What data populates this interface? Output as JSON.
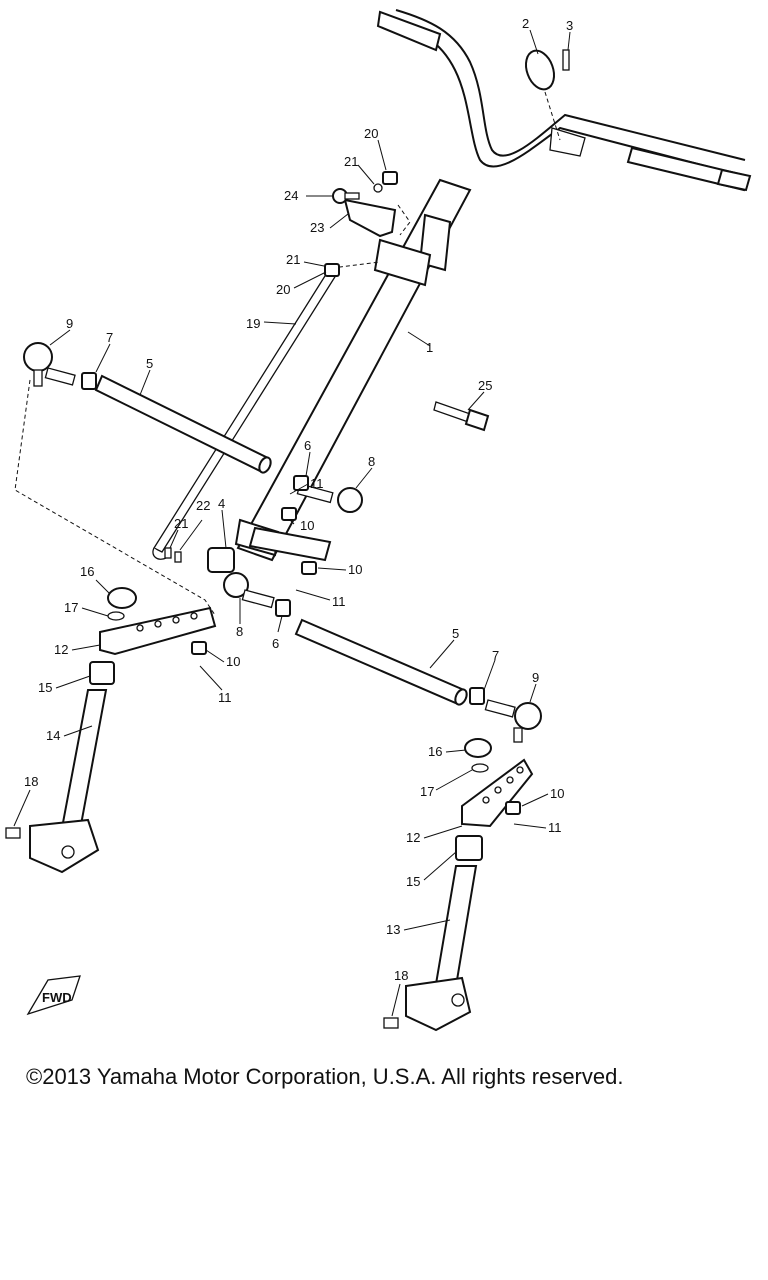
{
  "diagram": {
    "callouts": {
      "c1": "1",
      "c2": "2",
      "c3": "3",
      "c4": "4",
      "c5a": "5",
      "c5b": "5",
      "c6a": "6",
      "c6b": "6",
      "c7a": "7",
      "c7b": "7",
      "c8a": "8",
      "c8b": "8",
      "c9a": "9",
      "c9b": "9",
      "c10a": "10",
      "c10b": "10",
      "c10c": "10",
      "c10d": "10",
      "c11a": "11",
      "c11b": "11",
      "c11c": "11",
      "c11d": "11",
      "c12a": "12",
      "c12b": "12",
      "c13": "13",
      "c14": "14",
      "c15a": "15",
      "c15b": "15",
      "c16a": "16",
      "c16b": "16",
      "c17a": "17",
      "c17b": "17",
      "c18a": "18",
      "c18b": "18",
      "c19": "19",
      "c20a": "20",
      "c20b": "20",
      "c21a": "21",
      "c21b": "21",
      "c21c": "21",
      "c22": "22",
      "c23": "23",
      "c24": "24",
      "c25": "25"
    },
    "fwd_mark": "FWD"
  },
  "footer": {
    "copyright": "©2013 Yamaha Motor Corporation, U.S.A. All rights reserved."
  }
}
